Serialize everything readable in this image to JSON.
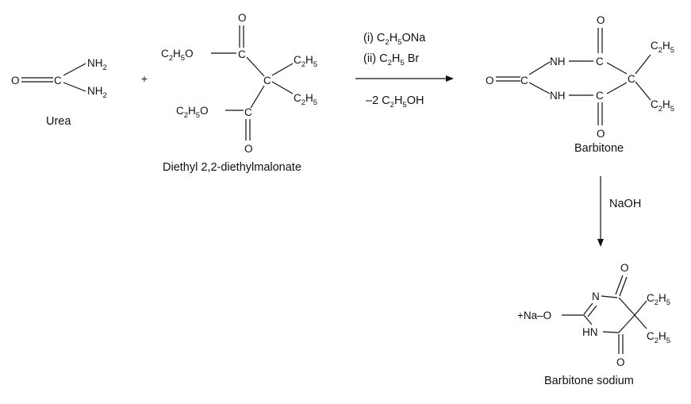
{
  "urea": {
    "o": "O",
    "c": "C",
    "nh2_top": "NH",
    "nh2_bottom": "NH",
    "sub_2": "2",
    "caption": "Urea"
  },
  "plus": "+",
  "malonate": {
    "ester_top": "C",
    "ester_top_rest": "H",
    "ester_top_o": "O",
    "ester_bottom": "C",
    "ester_bottom_rest": "H",
    "ester_bottom_o": "O",
    "sub_2": "2",
    "sub_5": "5",
    "carbonyl_c": "C",
    "carbonyl_o": "O",
    "central_c": "C",
    "ethyl_c": "C",
    "ethyl_h": "H",
    "caption": "Diethyl 2,2-diethylmalonate"
  },
  "reagents": {
    "step1_prefix": "(i) C",
    "step1_h": "H",
    "step1_suffix": "ONa",
    "step2_prefix": "(ii) C",
    "step2_h": "H",
    "step2_suffix": " Br",
    "byproduct_prefix": "–2 C",
    "byproduct_h": "H",
    "byproduct_suffix": "OH",
    "sub_2": "2",
    "sub_5": "5"
  },
  "barbitone": {
    "o": "O",
    "c": "C",
    "nh": "NH",
    "ethyl_c": "C",
    "ethyl_h": "H",
    "sub_2": "2",
    "sub_5": "5",
    "caption": "Barbitone"
  },
  "naoh": "NaOH",
  "barbitone_sodium": {
    "na_label": "+Na",
    "o_minus": "–O",
    "n": "N",
    "hn": "HN",
    "o": "O",
    "ethyl_c": "C",
    "ethyl_h": "H",
    "sub_2": "2",
    "sub_5": "5",
    "caption": "Barbitone sodium"
  }
}
